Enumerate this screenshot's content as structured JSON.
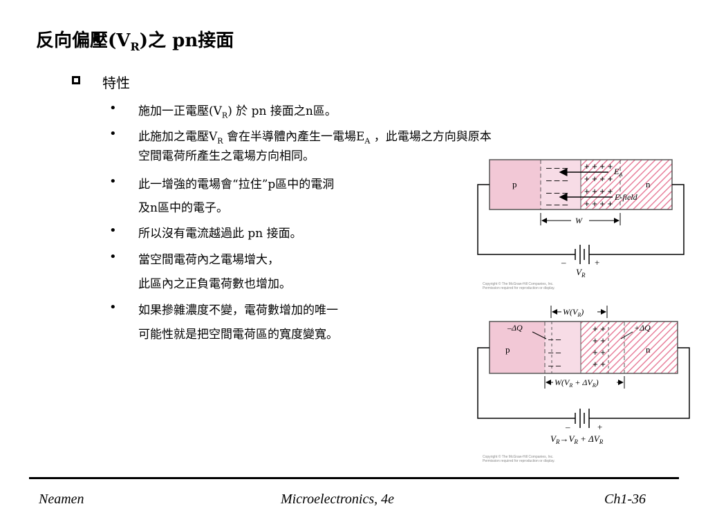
{
  "title": {
    "pre": "反向偏壓(V",
    "sub": "R",
    "post": ")之 pn接面"
  },
  "section": {
    "heading": "特性"
  },
  "bullets": {
    "b1": {
      "pre": "施加一正電壓(V",
      "sub": "R",
      "post": ") 於 pn 接面之n區。"
    },
    "b2": {
      "l1_pre": "此施加之電壓V",
      "l1_sub": "R",
      "l1_mid": " 會在半導體內產生一電場E",
      "l1_sub2": "A",
      "l1_post": " ，此電場之方向與原本",
      "l2": "空間電荷所產生之電場方向相同。"
    },
    "b3": {
      "l1": "此一增強的電場會“拉住”p區中的電洞",
      "l2": "及n區中的電子。"
    },
    "b4": {
      "l1": "所以沒有電流越過此 pn 接面。"
    },
    "b5": {
      "l1": "當空間電荷內之電場增大，",
      "l2": "此區內之正負電荷數也增加。"
    },
    "b6": {
      "l1": "如果摻雜濃度不變，電荷數增加的唯一",
      "l2": "可能性就是把空間電荷區的寬度變寬。"
    },
    "marker": "•"
  },
  "figure1": {
    "p_label": "p",
    "n_label": "n",
    "ea_label": "E",
    "ea_sub": "A",
    "efield_label": "E-field",
    "w_label": "W",
    "minus": "–",
    "plus": "+",
    "vr_label": "V",
    "vr_sub": "R",
    "copyright1": "Copyright © The McGraw-Hill Companies, Inc.",
    "copyright2": "Permission required for reproduction or display."
  },
  "figure2": {
    "p_label": "p",
    "n_label": "n",
    "wvr_label": "W(V",
    "wvr_sub": "R",
    "wvr_post": ")",
    "dq_neg": "–ΔQ",
    "dq_pos": "+ΔQ",
    "wvr2_label": "W(V",
    "wvr2_sub": "R",
    "wvr2_mid": " + ΔV",
    "wvr2_sub2": "R",
    "wvr2_post": ")",
    "minus": "–",
    "plus": "+",
    "vr_a": "V",
    "vr_a_sub": "R",
    "arrow": "→",
    "vr_b": "V",
    "vr_b_sub": "R",
    "vr_c": " + ΔV",
    "vr_c_sub": "R",
    "copyright1": "Copyright © The McGraw-Hill Companies, Inc.",
    "copyright2": "Permission required for reproduction or display."
  },
  "colors": {
    "p_region": "#f2c8d6",
    "n_hatch": "#e8809c",
    "depletion": "#f7dce6"
  },
  "footer": {
    "left": "Neamen",
    "center": "Microelectronics, 4e",
    "right": "Ch1-36"
  }
}
